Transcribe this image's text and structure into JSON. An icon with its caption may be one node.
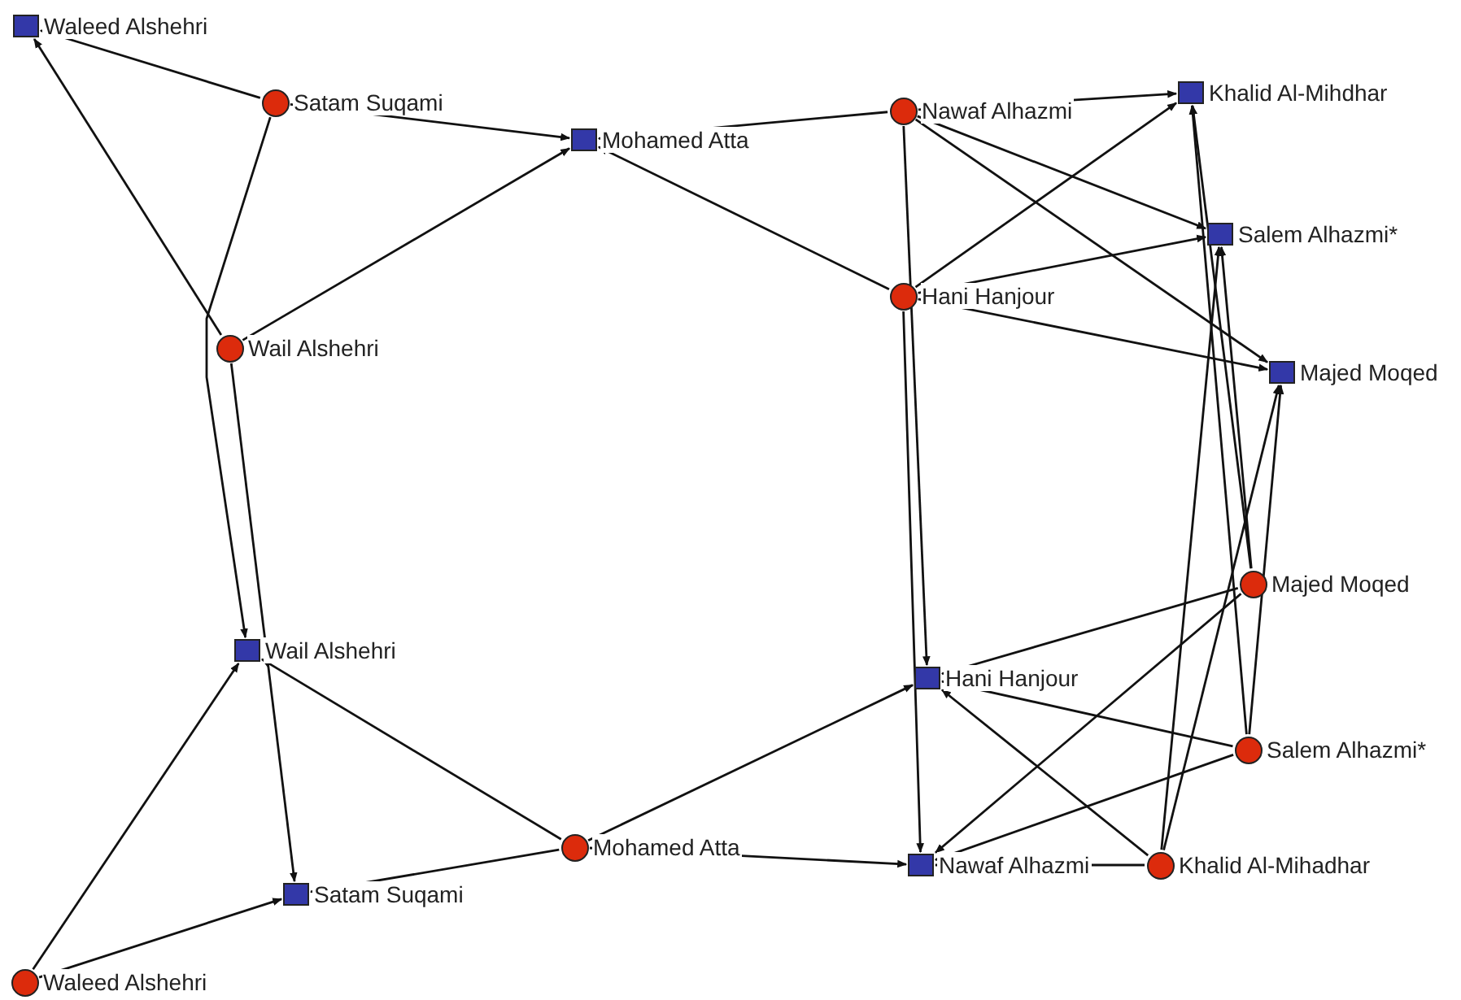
{
  "diagram": {
    "nodes": [
      {
        "text": [
          "Waleed Alshehri"
        ]
      },
      {
        "text": [
          "Khalid Al-Mihdhar"
        ]
      },
      {
        "text": [
          "Satam Suqami"
        ]
      },
      {
        "text": [
          "Nawaf Alhazmi"
        ]
      },
      {
        "text": [
          "Mohamed Atta"
        ]
      },
      {
        "text": [
          "Salem Alhazmi*"
        ]
      },
      {
        "text": [
          "Hani Hanjour"
        ]
      },
      {
        "text": [
          "Wail Alshehri"
        ]
      },
      {
        "text": [
          "Majed Moqed"
        ]
      },
      {
        "text": [
          "Majed Moqed"
        ]
      },
      {
        "text": [
          "Wail Alshehri"
        ]
      },
      {
        "text": [
          "Hani Hanjour"
        ]
      },
      {
        "text": [
          "Salem Alhazmi*"
        ]
      },
      {
        "text": [
          "Mohamed Atta"
        ]
      },
      {
        "text": [
          "Nawaf Alhazmi"
        ]
      },
      {
        "text": [
          "Khalid Al-Mihadhar"
        ]
      },
      {
        "text": [
          "Satam Suqami"
        ]
      },
      {
        "text": [
          "Waleed Alshehri"
        ]
      }
    ],
    "edges": [
      {
        "from": 2,
        "to": 0,
        "arrow": "to"
      },
      {
        "from": 2,
        "to": 4,
        "arrow": "to"
      },
      {
        "from": 2,
        "to": 10,
        "arrow": "to"
      },
      {
        "from": 7,
        "to": 0,
        "arrow": "to"
      },
      {
        "from": 7,
        "to": 4,
        "arrow": "to"
      },
      {
        "from": 7,
        "to": 16,
        "arrow": "to"
      },
      {
        "from": 3,
        "to": 4,
        "arrow": "to"
      },
      {
        "from": 3,
        "to": 1,
        "arrow": "to"
      },
      {
        "from": 3,
        "to": 5,
        "arrow": "to"
      },
      {
        "from": 3,
        "to": 8,
        "arrow": "to"
      },
      {
        "from": 3,
        "to": 11,
        "arrow": "to"
      },
      {
        "from": 6,
        "to": 4,
        "arrow": "to"
      },
      {
        "from": 6,
        "to": 1,
        "arrow": "to"
      },
      {
        "from": 6,
        "to": 5,
        "arrow": "to"
      },
      {
        "from": 6,
        "to": 8,
        "arrow": "to"
      },
      {
        "from": 6,
        "to": 14,
        "arrow": "to"
      },
      {
        "from": 9,
        "to": 11,
        "arrow": "to"
      },
      {
        "from": 9,
        "to": 14,
        "arrow": "to"
      },
      {
        "from": 9,
        "to": 1,
        "arrow": "to"
      },
      {
        "from": 9,
        "to": 5,
        "arrow": "to"
      },
      {
        "from": 12,
        "to": 11,
        "arrow": "to"
      },
      {
        "from": 12,
        "to": 14,
        "arrow": "to"
      },
      {
        "from": 12,
        "to": 1,
        "arrow": "to"
      },
      {
        "from": 12,
        "to": 8,
        "arrow": "to"
      },
      {
        "from": 15,
        "to": 11,
        "arrow": "to"
      },
      {
        "from": 15,
        "to": 14,
        "arrow": "to"
      },
      {
        "from": 15,
        "to": 5,
        "arrow": "to"
      },
      {
        "from": 15,
        "to": 8,
        "arrow": "to"
      },
      {
        "from": 13,
        "to": 10,
        "arrow": "to"
      },
      {
        "from": 13,
        "to": 16,
        "arrow": "to"
      },
      {
        "from": 13,
        "to": 11,
        "arrow": "to"
      },
      {
        "from": 13,
        "to": 14,
        "arrow": "to"
      },
      {
        "from": 17,
        "to": 10,
        "arrow": "to"
      },
      {
        "from": 17,
        "to": 16,
        "arrow": "to"
      }
    ]
  }
}
